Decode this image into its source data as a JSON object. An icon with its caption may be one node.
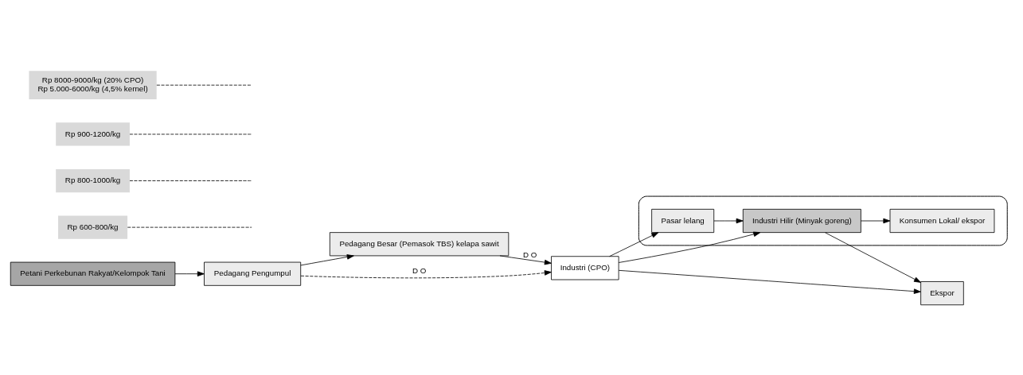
{
  "diagram": {
    "nodes": [
      {
        "text": [
          "Petani Perkebunan Rakyat/Kelompok Tani"
        ]
      },
      {
        "text": [
          "Pedagang Pengumpul"
        ]
      },
      {
        "text": [
          "Pedagang Besar (Pemasok TBS) kelapa sawit"
        ]
      },
      {
        "text": [
          "Industri (CPO)"
        ]
      },
      {
        "text": [],
        "shape": "ellipse"
      },
      {
        "text": [
          "Pasar lelang"
        ],
        "in": 4
      },
      {
        "text": [
          "Industri Hilir (Minyak goreng)"
        ],
        "in": 4
      },
      {
        "text": [
          "Konsumen Lokal/ ekspor"
        ],
        "in": 4
      },
      {
        "text": [
          "Ekspor"
        ]
      },
      {
        "text": [
          "Rp 600-800/kg"
        ]
      },
      {
        "text": [
          "Rp 800-1000/kg"
        ]
      },
      {
        "text": [
          "Rp 900-1200/kg"
        ]
      },
      {
        "text": [
          "Rp 8000-9000/kg (20% CPO)",
          "Rp 5.000-6000/kg (4,5% kernel)"
        ]
      }
    ],
    "edges": [
      {
        "from": 0,
        "to": 1,
        "arrow": "to"
      },
      {
        "from": 1,
        "to": 2,
        "arrow": "to"
      },
      {
        "from": 2,
        "to": 3,
        "arrow": "to",
        "label": "D O"
      },
      {
        "from": 1,
        "to": 3,
        "arrow": "to",
        "label": "D O",
        "style": "dashed"
      },
      {
        "from": 3,
        "to": 5,
        "arrow": "to"
      },
      {
        "from": 5,
        "to": 6,
        "arrow": "to"
      },
      {
        "from": 3,
        "to": 6,
        "arrow": "to"
      },
      {
        "from": 3,
        "to": 8,
        "arrow": "to"
      },
      {
        "from": 6,
        "to": 8,
        "arrow": "to"
      },
      {
        "from": 6,
        "to": 7,
        "arrow": "to"
      },
      {
        "from": 9,
        "to": null,
        "arrow": "none",
        "style": "dashed"
      },
      {
        "from": 10,
        "to": null,
        "arrow": "none",
        "style": "dashed"
      },
      {
        "from": 11,
        "to": null,
        "arrow": "none",
        "style": "dashed"
      },
      {
        "from": 12,
        "to": null,
        "arrow": "none",
        "style": "dashed"
      }
    ]
  }
}
